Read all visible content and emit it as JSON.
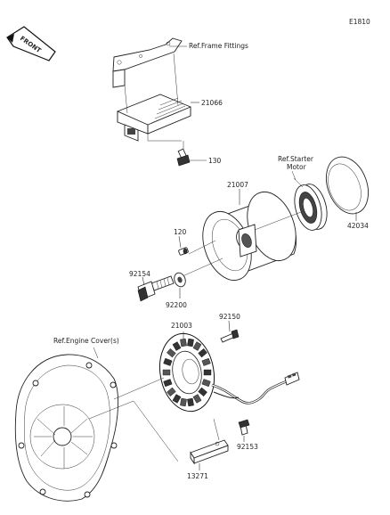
{
  "diagram_code": "E1810",
  "front_label": "FRONT",
  "labels": {
    "ref_frame": "Ref.Frame Fittings",
    "p21066": "21066",
    "p130": "130",
    "ref_starter_1": "Ref.Starter",
    "ref_starter_2": "Motor",
    "p21007": "21007",
    "p42034": "42034",
    "p120": "120",
    "p92154": "92154",
    "p92200": "92200",
    "p92150": "92150",
    "p21003": "21003",
    "ref_engine_cover": "Ref.Engine Cover(s)",
    "p92153": "92153",
    "p13271": "13271"
  }
}
